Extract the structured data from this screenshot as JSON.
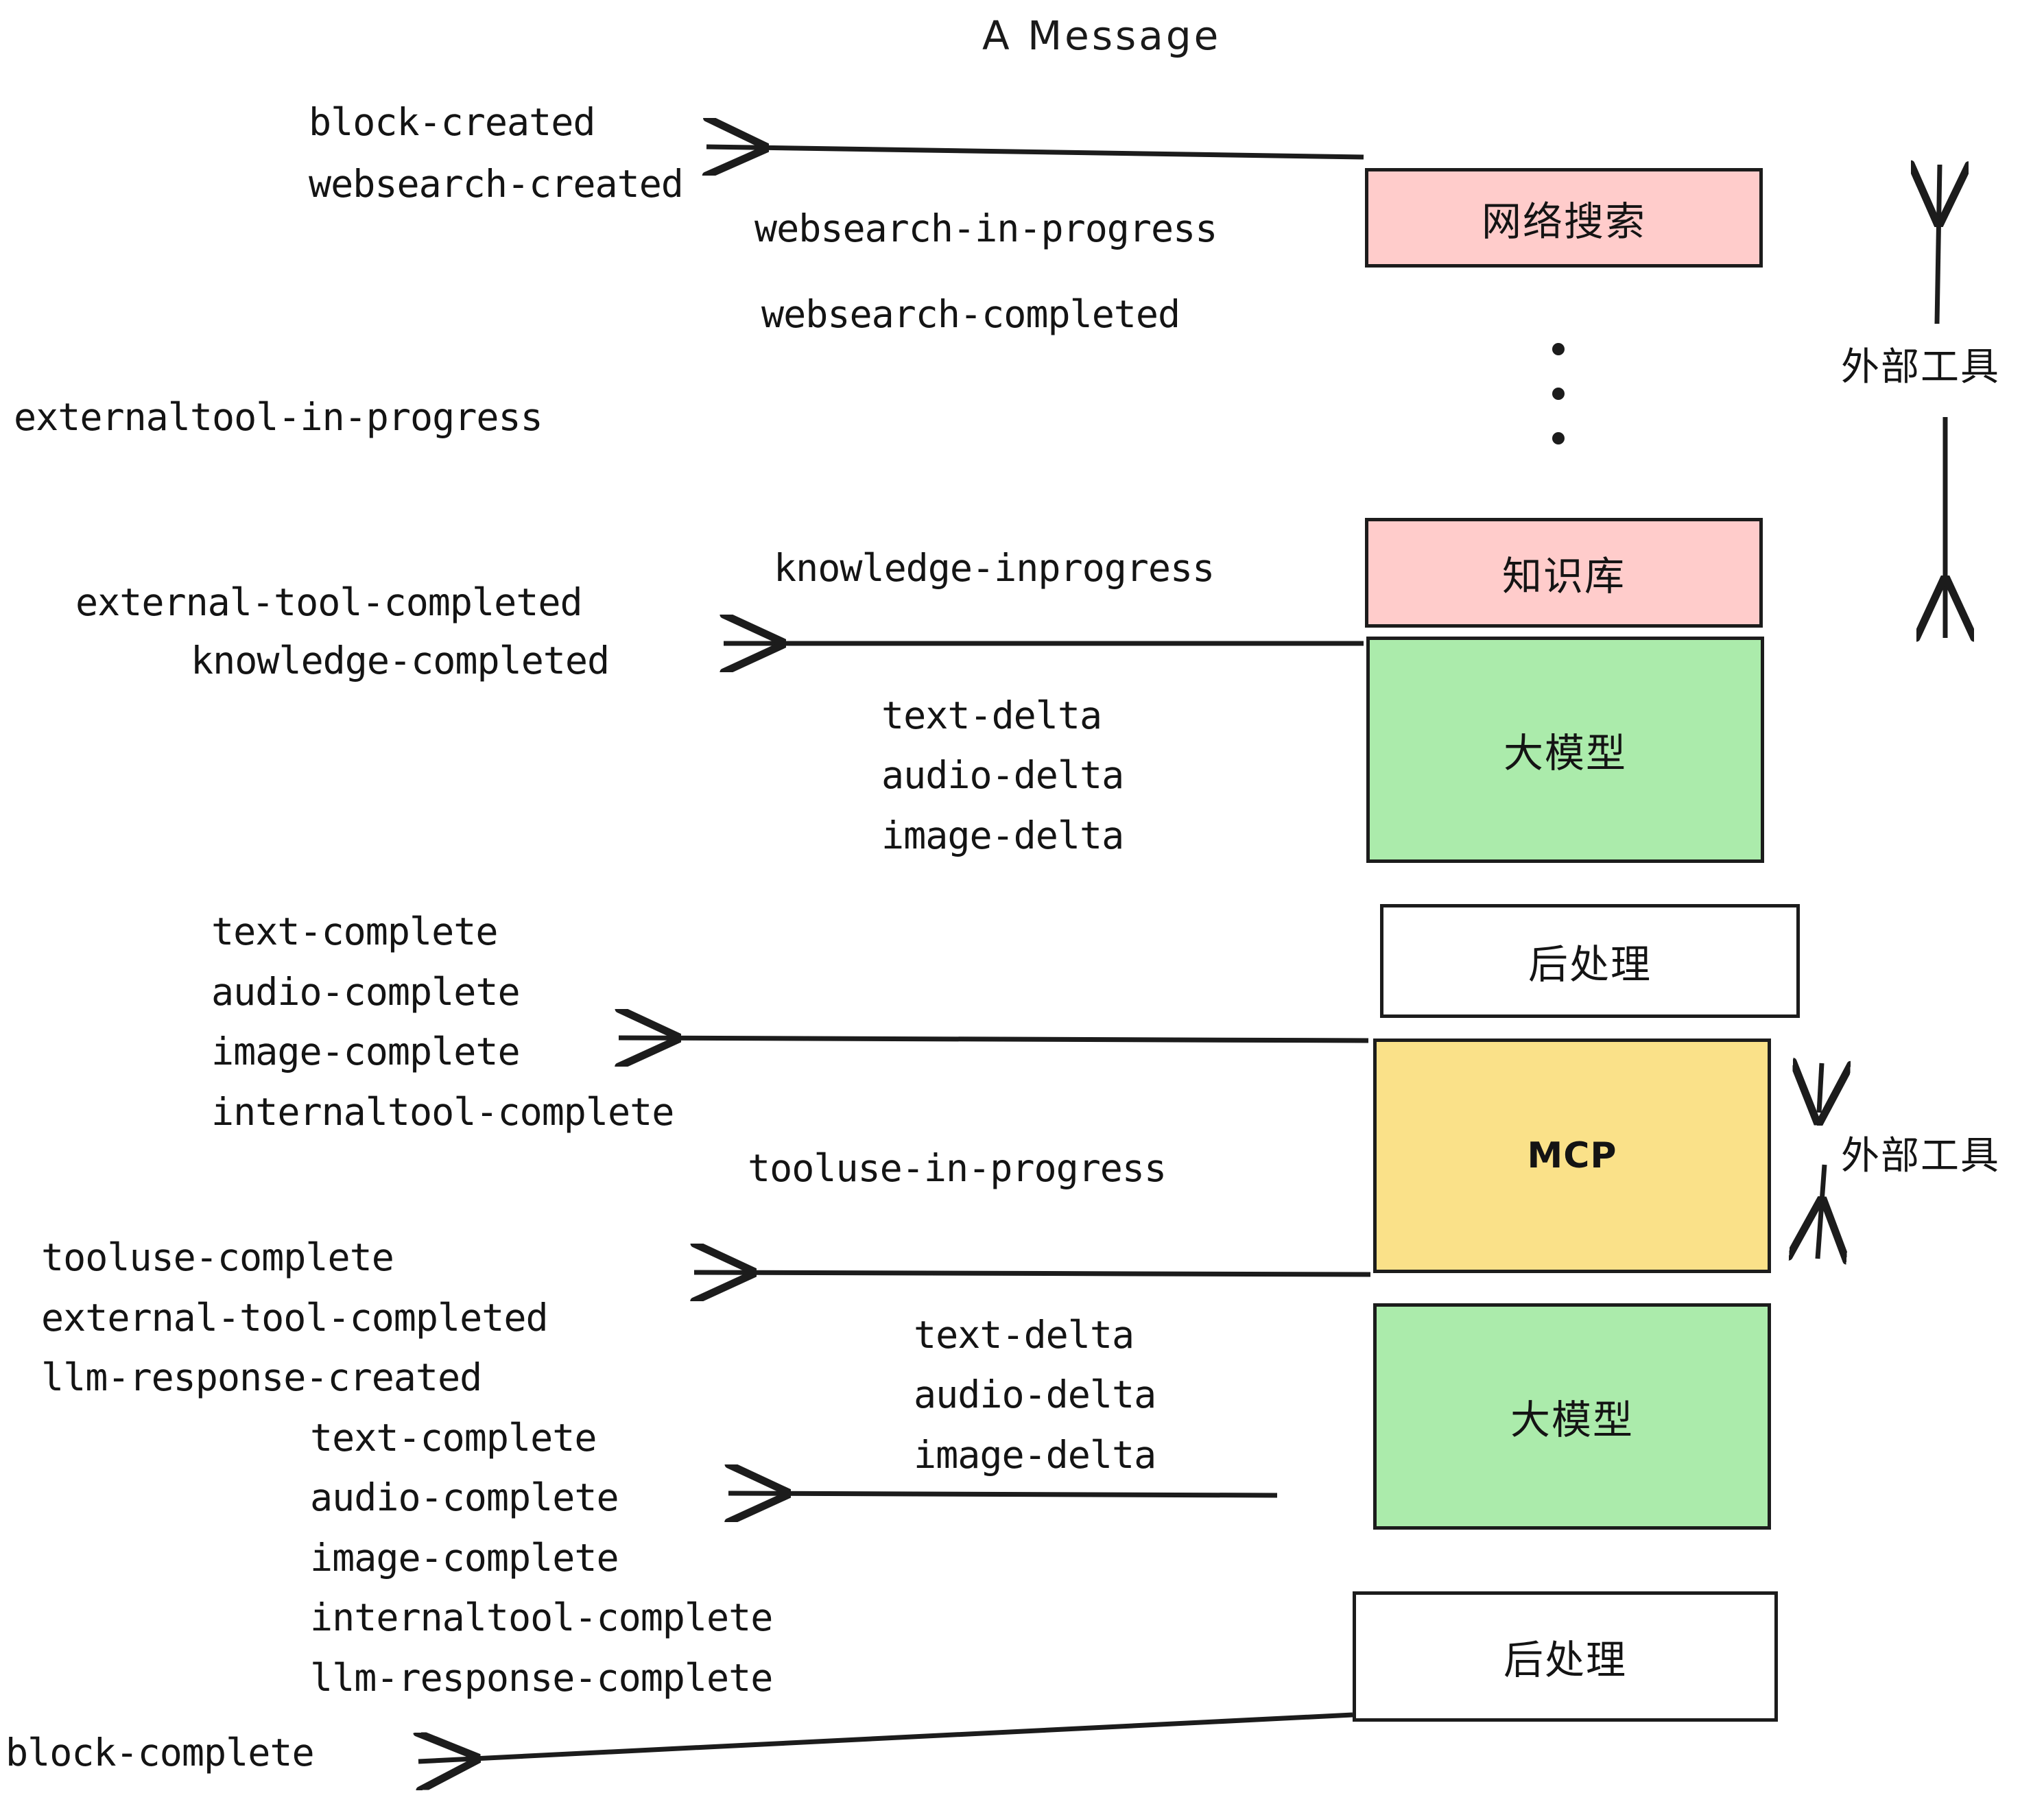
{
  "title": "A Message",
  "boxes": [
    {
      "label": "网络搜索",
      "color": "#FFCCCB",
      "kind": "cjk"
    },
    {
      "label": "知识库",
      "color": "#FFCCCB",
      "kind": "cjk"
    },
    {
      "label": "大模型",
      "color": "#ABEBAB",
      "kind": "cjk"
    },
    {
      "label": "后处理",
      "color": "#FFFFFF",
      "kind": "cjk"
    },
    {
      "label": "MCP",
      "color": "#FAE189",
      "kind": "latin"
    },
    {
      "label": "大模型",
      "color": "#ABEBAB",
      "kind": "cjk"
    },
    {
      "label": "后处理",
      "color": "#FFFFFF",
      "kind": "cjk"
    }
  ],
  "annotations": [
    {
      "label": "外部工具"
    },
    {
      "label": "外部工具"
    }
  ],
  "events": {
    "block_created": "block-created",
    "websearch_created": "websearch-created",
    "websearch_in_progress": "websearch-in-progress",
    "websearch_completed": "websearch-completed",
    "externaltool_in_progress": "externaltool-in-progress",
    "knowledge_inprogress": "knowledge-inprogress",
    "external_tool_completed_1": "external-tool-completed",
    "knowledge_completed": "knowledge-completed",
    "text_delta_1": "text-delta",
    "audio_delta_1": "audio-delta",
    "image_delta_1": "image-delta",
    "text_complete_1": "text-complete",
    "audio_complete_1": "audio-complete",
    "image_complete_1": "image-complete",
    "internaltool_complete_1": "internaltool-complete",
    "tooluse_in_progress": "tooluse-in-progress",
    "tooluse_complete": "tooluse-complete",
    "external_tool_completed_2": "external-tool-completed",
    "llm_response_created": "llm-response-created",
    "text_delta_2": "text-delta",
    "audio_delta_2": "audio-delta",
    "image_delta_2": "image-delta",
    "text_complete_2": "text-complete",
    "audio_complete_2": "audio-complete",
    "image_complete_2": "image-complete",
    "internaltool_complete_2": "internaltool-complete",
    "llm_response_complete": "llm-response-complete",
    "block_complete": "block-complete"
  },
  "colors": {
    "pink": "#FFCCCB",
    "green": "#ABEBAB",
    "yellow": "#FAE189",
    "white": "#FFFFFF",
    "stroke": "#1c1c1c",
    "text": "#141414"
  }
}
